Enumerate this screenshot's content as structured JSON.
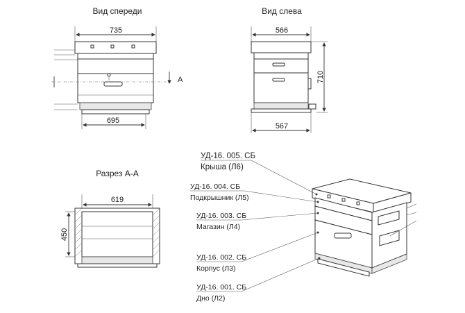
{
  "views": {
    "front": "Вид спереди",
    "left": "Вид слева",
    "section": "Разрез А-А"
  },
  "dimensions": {
    "front_top": "735",
    "front_bottom": "695",
    "left_top": "566",
    "left_right": "710",
    "left_bottom": "567",
    "section_top": "619",
    "section_left": "450",
    "section_marker": "А"
  },
  "callouts": [
    {
      "code": "УД-16. 005. СБ",
      "name": "Крыша (Л6)"
    },
    {
      "code": "УД-16. 004. СБ",
      "name": "Подкрышник (Л5)"
    },
    {
      "code": "УД-16. 003. СБ",
      "name": "Магазин (Л4)"
    },
    {
      "code": "УД-16. 002. СБ",
      "name": "Корпус (Л3)"
    },
    {
      "code": "УД-16. 001. СБ",
      "name": "Дно (Л2)"
    }
  ]
}
